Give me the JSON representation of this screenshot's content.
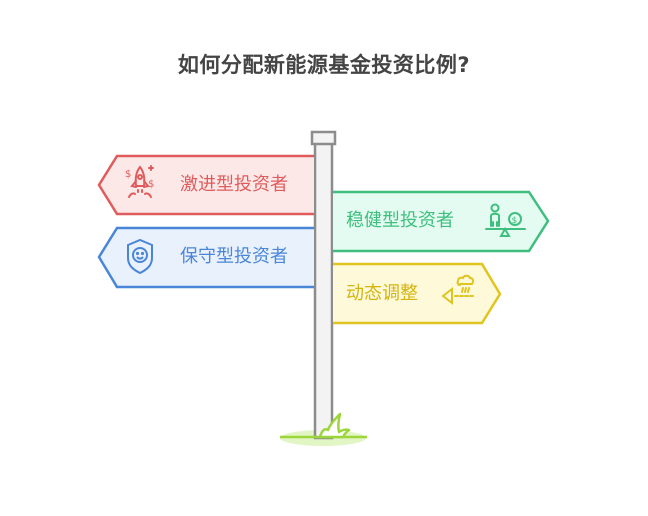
{
  "title": "如何分配新能源基金投资比例?",
  "signs": [
    {
      "id": "aggressive",
      "label": "激进型投资者",
      "icon": "rocket-dollar-icon",
      "side": "left",
      "stroke": "#e05c5c",
      "fill": "#fde8e8",
      "text_color": "#e05c5c"
    },
    {
      "id": "conservative",
      "label": "保守型投资者",
      "icon": "shield-face-icon",
      "side": "left",
      "stroke": "#4a86d8",
      "fill": "#e9f1fd",
      "text_color": "#4a86d8"
    },
    {
      "id": "balanced",
      "label": "稳健型投资者",
      "icon": "person-balance-dollar-icon",
      "side": "right",
      "stroke": "#3fbf7f",
      "fill": "#e3fbf0",
      "text_color": "#3fbf7f"
    },
    {
      "id": "dynamic",
      "label": "动态调整",
      "icon": "weather-vane-icon",
      "side": "right",
      "stroke": "#e0c41f",
      "fill": "#fef9d8",
      "text_color": "#d4b40e"
    }
  ],
  "colors": {
    "pole_stroke": "#8c8c8c",
    "pole_fill": "#f3f3f3",
    "grass": "#9cd63a",
    "ground": "#e2f5c5",
    "title": "#444444"
  }
}
